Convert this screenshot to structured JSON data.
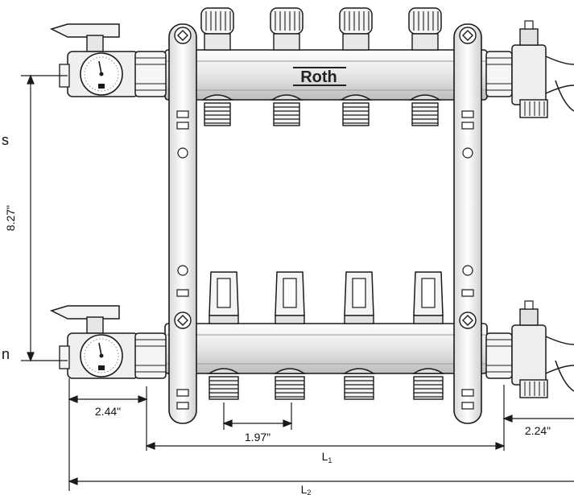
{
  "diagram": {
    "brand": "Roth",
    "dimensions": {
      "height": "8.27\"",
      "ball_valve_offset": "2.44\"",
      "outlet_spacing": "1.97\"",
      "end_offset": "2.24\"",
      "length_1_letter": "L",
      "length_1_sub": "1",
      "length_2_letter": "L",
      "length_2_sub": "2"
    },
    "cut_off_labels": {
      "top": "s",
      "bottom": "n"
    },
    "outlet_count": 4,
    "colors": {
      "line": "#1a1a1a",
      "metal": "#ececec",
      "shade": "#c9c9c9"
    }
  }
}
